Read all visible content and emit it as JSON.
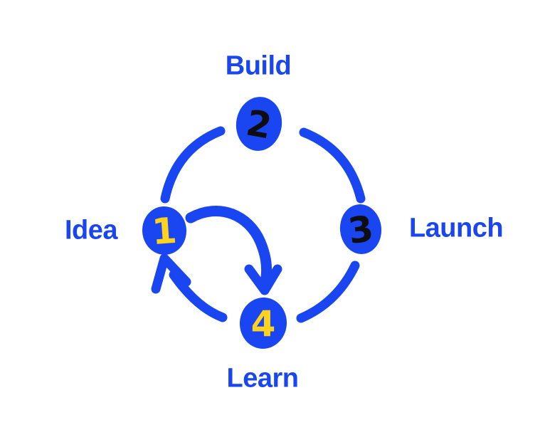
{
  "diagram": {
    "type": "cycle",
    "background": "#ffffff",
    "colors": {
      "primary_blue": "#1a46f2",
      "accent_yellow": "#ffd21e",
      "number_dark": "#0d0d12"
    },
    "steps": [
      {
        "number": "1",
        "label": "Idea",
        "number_color": "#ffd21e",
        "position": "left"
      },
      {
        "number": "2",
        "label": "Build",
        "number_color": "#0d0d12",
        "position": "top"
      },
      {
        "number": "3",
        "label": "Launch",
        "number_color": "#0d0d12",
        "position": "right"
      },
      {
        "number": "4",
        "label": "Learn",
        "number_color": "#ffd21e",
        "position": "bottom"
      }
    ],
    "connections": [
      {
        "from": "Idea",
        "to": "Build",
        "type": "outer-arc",
        "arrowhead": false
      },
      {
        "from": "Build",
        "to": "Launch",
        "type": "outer-arc",
        "arrowhead": false
      },
      {
        "from": "Launch",
        "to": "Learn",
        "type": "outer-arc",
        "arrowhead": false
      },
      {
        "from": "Learn",
        "to": "Idea",
        "type": "outer-arc",
        "arrowhead": true
      },
      {
        "from": "Idea",
        "to": "Learn",
        "type": "inner-curve",
        "arrowhead": true
      }
    ]
  }
}
